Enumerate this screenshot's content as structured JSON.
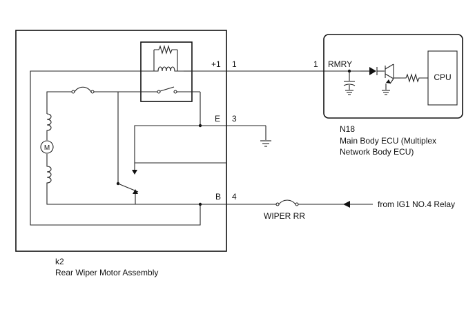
{
  "assembly": {
    "id": "k2",
    "name": "Rear Wiper Motor Assembly"
  },
  "ecu": {
    "id": "N18",
    "name_line1": "Main Body ECU (Multiplex",
    "name_line2": "Network Body ECU)",
    "cpu_label": "CPU",
    "pin_name": "RMRY",
    "pin_number": "1"
  },
  "motor_pins": {
    "plus1": {
      "name": "+1",
      "number": "1"
    },
    "e": {
      "name": "E",
      "number": "3"
    },
    "b": {
      "name": "B",
      "number": "4"
    }
  },
  "fuse_label": "WIPER RR",
  "source_label": "from IG1 NO.4 Relay",
  "motor_symbol": "M"
}
